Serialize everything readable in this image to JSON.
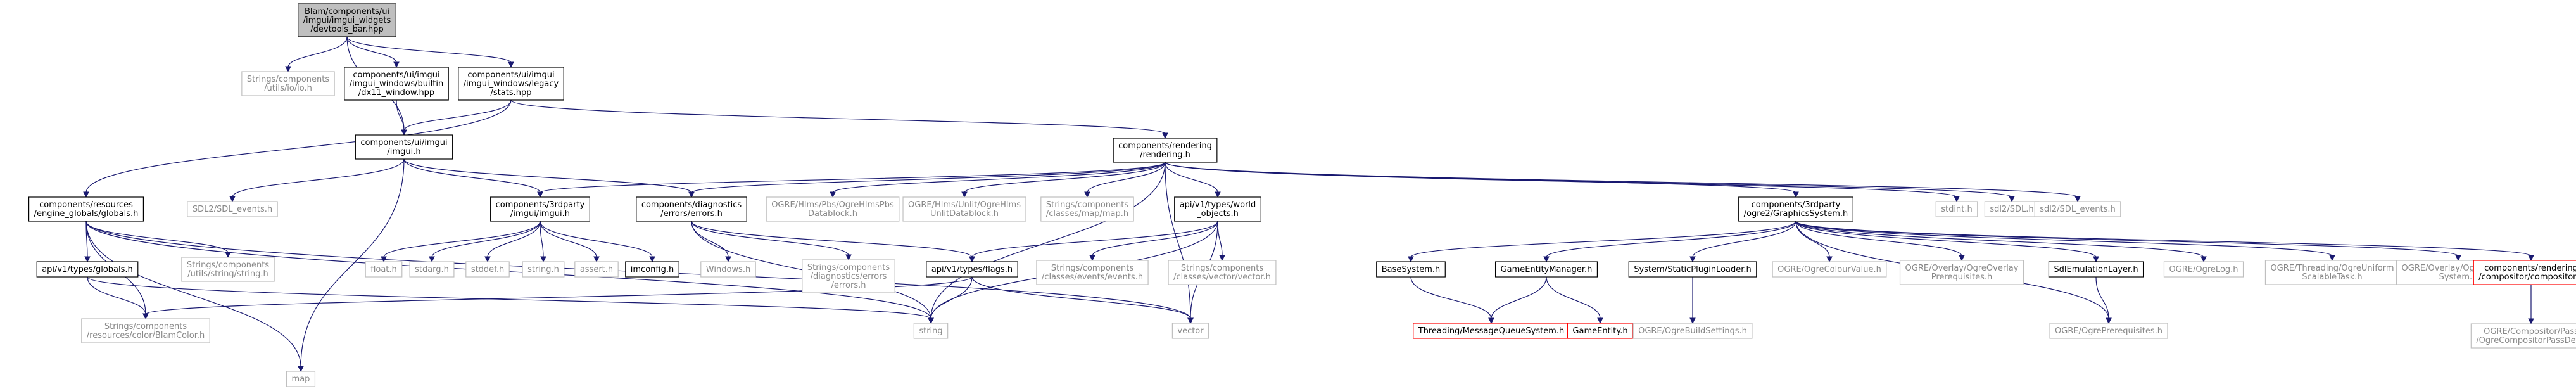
{
  "colors": {
    "edge": "#191970",
    "root_fill": "#bfbfbf",
    "node_border": "#000000",
    "missing_border": "#bfbfbf",
    "red_border": "#ff0000",
    "gray_text": "#888888"
  },
  "nodes": [
    {
      "id": "root",
      "style": "root",
      "lines": [
        "Blam/components/ui",
        "/imgui/imgui_widgets",
        "/devtools_bar.hpp"
      ]
    },
    {
      "id": "strings_ioio",
      "style": "gray",
      "lines": [
        "Strings/components",
        "/utils/io/io.h"
      ]
    },
    {
      "id": "dx11_window",
      "style": "normal",
      "lines": [
        "components/ui/imgui",
        "/imgui_windows/builtin",
        "/dx11_window.hpp"
      ]
    },
    {
      "id": "stats_hpp",
      "style": "normal",
      "lines": [
        "components/ui/imgui",
        "/imgui_windows/legacy",
        "/stats.hpp"
      ]
    },
    {
      "id": "rendering_h",
      "style": "normal",
      "lines": [
        "components/rendering",
        "/rendering.h"
      ]
    },
    {
      "id": "imgui_ui",
      "style": "normal",
      "lines": [
        "components/ui/imgui",
        "/imgui.h"
      ]
    },
    {
      "id": "globals_res",
      "style": "normal",
      "lines": [
        "components/resources",
        "/engine_globals/globals.h"
      ]
    },
    {
      "id": "sdl2_events_a",
      "style": "gray",
      "lines": [
        "SDL2/SDL_events.h"
      ]
    },
    {
      "id": "imgui_3rd",
      "style": "normal",
      "lines": [
        "components/3rdparty",
        "/imgui/imgui.h"
      ]
    },
    {
      "id": "diag_errors",
      "style": "normal",
      "lines": [
        "components/diagnostics",
        "/errors/errors.h"
      ]
    },
    {
      "id": "ogre_pbs",
      "style": "gray",
      "lines": [
        "OGRE/Hlms/Pbs/OgreHlmsPbs",
        "Datablock.h"
      ]
    },
    {
      "id": "ogre_unlit",
      "style": "gray",
      "lines": [
        "OGRE/Hlms/Unlit/OgreHlms",
        "UnlitDatablock.h"
      ]
    },
    {
      "id": "strings_map",
      "style": "gray",
      "lines": [
        "Strings/components",
        "/classes/map/map.h"
      ]
    },
    {
      "id": "world_objects",
      "style": "normal",
      "lines": [
        "api/v1/types/world",
        "_objects.h"
      ]
    },
    {
      "id": "graphics_system",
      "style": "normal",
      "lines": [
        "components/3rdparty",
        "/ogre2/GraphicsSystem.h"
      ]
    },
    {
      "id": "stdint",
      "style": "gray",
      "lines": [
        "stdint.h"
      ]
    },
    {
      "id": "sdl_h",
      "style": "gray",
      "lines": [
        "sdl2/SDL.h"
      ]
    },
    {
      "id": "sdl2_events_b",
      "style": "gray",
      "lines": [
        "sdl2/SDL_events.h"
      ]
    },
    {
      "id": "globals_api",
      "style": "normal",
      "lines": [
        "api/v1/types/globals.h"
      ]
    },
    {
      "id": "strings_string",
      "style": "gray",
      "lines": [
        "Strings/components",
        "/utils/string/string.h"
      ]
    },
    {
      "id": "float_h",
      "style": "gray",
      "lines": [
        "float.h"
      ]
    },
    {
      "id": "stdarg_h",
      "style": "gray",
      "lines": [
        "stdarg.h"
      ]
    },
    {
      "id": "stddef_h",
      "style": "gray",
      "lines": [
        "stddef.h"
      ]
    },
    {
      "id": "string_h",
      "style": "gray",
      "lines": [
        "string.h"
      ]
    },
    {
      "id": "assert_h",
      "style": "gray",
      "lines": [
        "assert.h"
      ]
    },
    {
      "id": "imconfig_h",
      "style": "normal",
      "lines": [
        "imconfig.h"
      ]
    },
    {
      "id": "windows_h",
      "style": "gray",
      "lines": [
        "Windows.h"
      ]
    },
    {
      "id": "strings_diag_errors",
      "style": "gray",
      "lines": [
        "Strings/components",
        "/diagnostics/errors",
        "/errors.h"
      ]
    },
    {
      "id": "flags_h",
      "style": "normal",
      "lines": [
        "api/v1/types/flags.h"
      ]
    },
    {
      "id": "strings_events",
      "style": "gray",
      "lines": [
        "Strings/components",
        "/classes/events/events.h"
      ]
    },
    {
      "id": "strings_vector",
      "style": "gray",
      "lines": [
        "Strings/components",
        "/classes/vector/vector.h"
      ]
    },
    {
      "id": "blam_color",
      "style": "gray",
      "lines": [
        "Strings/components",
        "/resources/color/BlamColor.h"
      ]
    },
    {
      "id": "string_std",
      "style": "gray",
      "lines": [
        "string"
      ]
    },
    {
      "id": "vector_std",
      "style": "gray",
      "lines": [
        "vector"
      ]
    },
    {
      "id": "map_std",
      "style": "gray",
      "lines": [
        "map"
      ]
    },
    {
      "id": "base_system",
      "style": "normal",
      "lines": [
        "BaseSystem.h"
      ]
    },
    {
      "id": "game_entity_manager",
      "style": "normal",
      "lines": [
        "GameEntityManager.h"
      ]
    },
    {
      "id": "static_plugin_loader",
      "style": "normal",
      "lines": [
        "System/StaticPluginLoader.h"
      ]
    },
    {
      "id": "ogre_colour",
      "style": "gray",
      "lines": [
        "OGRE/OgreColourValue.h"
      ]
    },
    {
      "id": "ogre_overlay_prereq",
      "style": "gray",
      "lines": [
        "OGRE/Overlay/OgreOverlay",
        "Prerequisites.h"
      ]
    },
    {
      "id": "sdl_emulation",
      "style": "normal",
      "lines": [
        "SdlEmulationLayer.h"
      ]
    },
    {
      "id": "ogre_log",
      "style": "gray",
      "lines": [
        "OGRE/OgreLog.h"
      ]
    },
    {
      "id": "ogre_threading",
      "style": "gray",
      "lines": [
        "OGRE/Threading/OgreUniform",
        "ScalableTask.h"
      ]
    },
    {
      "id": "ogre_overlay_system",
      "style": "gray",
      "lines": [
        "OGRE/Overlay/OgreOverlay",
        "System.h"
      ]
    },
    {
      "id": "compositor",
      "style": "red",
      "lines": [
        "components/rendering",
        "/compositor/compositor.h"
      ]
    },
    {
      "id": "message_queue",
      "style": "red",
      "lines": [
        "Threading/MessageQueueSystem.h"
      ]
    },
    {
      "id": "game_entity",
      "style": "red",
      "lines": [
        "GameEntity.h"
      ]
    },
    {
      "id": "ogre_build_settings",
      "style": "gray",
      "lines": [
        "OGRE/OgreBuildSettings.h"
      ]
    },
    {
      "id": "ogre_prerequisites",
      "style": "gray",
      "lines": [
        "OGRE/OgrePrerequisites.h"
      ]
    },
    {
      "id": "ogre_compositor_pass_def",
      "style": "gray",
      "lines": [
        "OGRE/Compositor/Pass",
        "/OgreCompositorPassDef.h"
      ]
    }
  ],
  "edges": [
    [
      "root",
      "strings_ioio"
    ],
    [
      "root",
      "dx11_window"
    ],
    [
      "root",
      "stats_hpp"
    ],
    [
      "root",
      "imgui_ui"
    ],
    [
      "dx11_window",
      "imgui_ui"
    ],
    [
      "stats_hpp",
      "imgui_ui"
    ],
    [
      "stats_hpp",
      "rendering_h"
    ],
    [
      "stats_hpp",
      "globals_res"
    ],
    [
      "imgui_ui",
      "sdl2_events_a"
    ],
    [
      "imgui_ui",
      "imgui_3rd"
    ],
    [
      "imgui_ui",
      "diag_errors"
    ],
    [
      "imgui_ui",
      "map_std"
    ],
    [
      "rendering_h",
      "imgui_3rd"
    ],
    [
      "rendering_h",
      "diag_errors"
    ],
    [
      "rendering_h",
      "ogre_pbs"
    ],
    [
      "rendering_h",
      "ogre_unlit"
    ],
    [
      "rendering_h",
      "strings_map"
    ],
    [
      "rendering_h",
      "world_objects"
    ],
    [
      "rendering_h",
      "graphics_system"
    ],
    [
      "rendering_h",
      "stdint"
    ],
    [
      "rendering_h",
      "sdl_h"
    ],
    [
      "rendering_h",
      "sdl2_events_b"
    ],
    [
      "rendering_h",
      "string_std"
    ],
    [
      "rendering_h",
      "vector_std"
    ],
    [
      "globals_res",
      "globals_api"
    ],
    [
      "globals_res",
      "strings_string"
    ],
    [
      "globals_res",
      "blam_color"
    ],
    [
      "globals_res",
      "string_std"
    ],
    [
      "globals_res",
      "vector_std"
    ],
    [
      "globals_res",
      "map_std"
    ],
    [
      "globals_api",
      "blam_color"
    ],
    [
      "globals_api",
      "string_std"
    ],
    [
      "imgui_3rd",
      "float_h"
    ],
    [
      "imgui_3rd",
      "stdarg_h"
    ],
    [
      "imgui_3rd",
      "stddef_h"
    ],
    [
      "imgui_3rd",
      "string_h"
    ],
    [
      "imgui_3rd",
      "assert_h"
    ],
    [
      "imgui_3rd",
      "imconfig_h"
    ],
    [
      "diag_errors",
      "windows_h"
    ],
    [
      "diag_errors",
      "strings_diag_errors"
    ],
    [
      "diag_errors",
      "flags_h"
    ],
    [
      "diag_errors",
      "string_std"
    ],
    [
      "world_objects",
      "flags_h"
    ],
    [
      "world_objects",
      "strings_events"
    ],
    [
      "world_objects",
      "strings_vector"
    ],
    [
      "world_objects",
      "string_std"
    ],
    [
      "world_objects",
      "vector_std"
    ],
    [
      "flags_h",
      "blam_color"
    ],
    [
      "flags_h",
      "string_std"
    ],
    [
      "flags_h",
      "vector_std"
    ],
    [
      "graphics_system",
      "base_system"
    ],
    [
      "graphics_system",
      "game_entity_manager"
    ],
    [
      "graphics_system",
      "static_plugin_loader"
    ],
    [
      "graphics_system",
      "ogre_colour"
    ],
    [
      "graphics_system",
      "ogre_overlay_prereq"
    ],
    [
      "graphics_system",
      "sdl_emulation"
    ],
    [
      "graphics_system",
      "ogre_log"
    ],
    [
      "graphics_system",
      "ogre_threading"
    ],
    [
      "graphics_system",
      "ogre_overlay_system"
    ],
    [
      "graphics_system",
      "compositor"
    ],
    [
      "graphics_system",
      "ogre_prerequisites"
    ],
    [
      "base_system",
      "message_queue"
    ],
    [
      "game_entity_manager",
      "message_queue"
    ],
    [
      "game_entity_manager",
      "game_entity"
    ],
    [
      "static_plugin_loader",
      "ogre_build_settings"
    ],
    [
      "sdl_emulation",
      "ogre_prerequisites"
    ],
    [
      "compositor",
      "ogre_compositor_pass_def"
    ]
  ]
}
